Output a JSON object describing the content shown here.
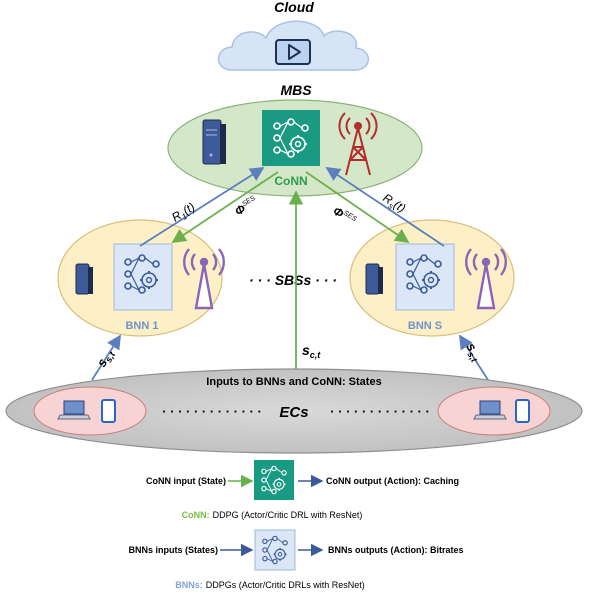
{
  "labels": {
    "cloud": "Cloud",
    "mbs": "MBS",
    "conn": "CoNN",
    "sbss": "· · · SBSs · · ·",
    "bnn1": "BNN 1",
    "bnns": "BNN S",
    "ecs": "ECs",
    "ec_dots_left": "· · · · · · · · · · · · ·",
    "ec_dots_right": "· · · · · · · · · · · · ·",
    "inputs": "Inputs to BNNs and CoNN: States"
  },
  "math": {
    "r1_base": "R",
    "r1_sub": "1",
    "r1_arg": "(t)",
    "rs_base": "R",
    "rs_sub": "s",
    "rs_arg": "(t)",
    "phi_left": "Φ",
    "phi_left_sup": "SES",
    "phi_right": "Φ",
    "phi_right_sup": "SES",
    "sct": "s",
    "sct_sub": "c,t",
    "sst_left": "s",
    "sst_left_sub": "s,t",
    "sst_right": "s",
    "sst_right_sub": "s,t"
  },
  "legend": {
    "conn_input": "CoNN input (State)",
    "conn_output": "CoNN output (Action): Caching",
    "conn_caption_name": "CoNN:",
    "conn_caption_rest": "DDPG (Actor/Critic DRL with ResNet)",
    "bnn_input": "BNNs inputs (States)",
    "bnn_output": "BNNs outputs (Action): Bitrates",
    "bnn_caption_name": "BNNs:",
    "bnn_caption_rest": "DDPGs (Actor/Critic DRLs with ResNet)"
  },
  "colors": {
    "green": "#6ab04c",
    "blue": "#5b7fbf",
    "conn_teal": "#1a9a83",
    "tower_red": "#b52c2c",
    "antenna_purple": "#8e63b7",
    "bnn_caption_blue": "#7fa3d6",
    "conn_caption_green": "#76c043"
  }
}
